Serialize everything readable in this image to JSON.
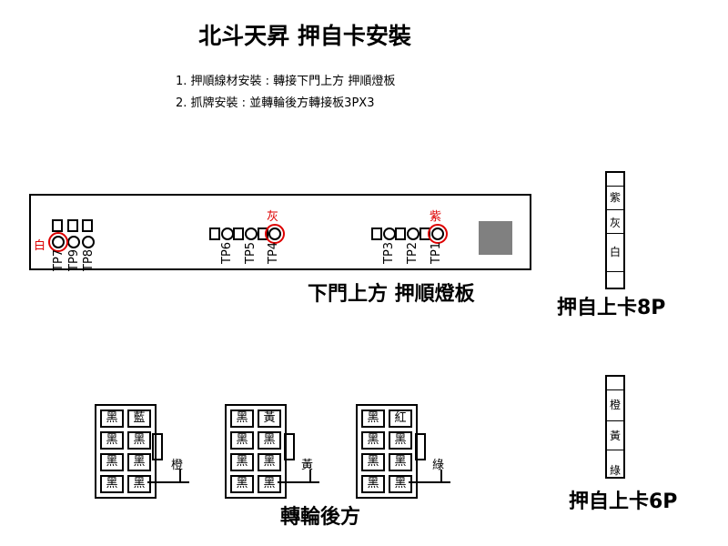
{
  "title": "北斗天昇 押自卡安裝",
  "notes": [
    "1. 押順線材安裝 : 轉接下門上方 押順燈板",
    "2. 抓牌安裝 : 並轉輪後方轉接板3PX3"
  ],
  "board": {
    "label": "下門上方 押順燈板",
    "tp_labels": [
      "TP7",
      "TP9",
      "TP8",
      "TP6",
      "TP5",
      "TP4",
      "TP3",
      "TP2",
      "TP1"
    ],
    "markers": {
      "white": "白",
      "gray": "灰",
      "purple": "紫"
    }
  },
  "connector_8p": {
    "label": "押自上卡8P",
    "cells": [
      "紫",
      "灰",
      "白"
    ]
  },
  "connector_6p": {
    "label": "押自上卡6P",
    "cells": [
      "橙",
      "黃",
      "綠"
    ]
  },
  "reel": {
    "label": "轉輪後方",
    "connectors": [
      {
        "cells": [
          "黑",
          "藍",
          "黑",
          "黑",
          "黑",
          "黑",
          "黑",
          "黑"
        ],
        "wire": "橙"
      },
      {
        "cells": [
          "黑",
          "黃",
          "黑",
          "黑",
          "黑",
          "黑",
          "黑",
          "黑"
        ],
        "wire": "黃"
      },
      {
        "cells": [
          "黑",
          "紅",
          "黑",
          "黑",
          "黑",
          "黑",
          "黑",
          "黑"
        ],
        "wire": "綠"
      }
    ]
  },
  "colors": {
    "accent_red": "#dd0000",
    "chip_gray": "#808080"
  }
}
